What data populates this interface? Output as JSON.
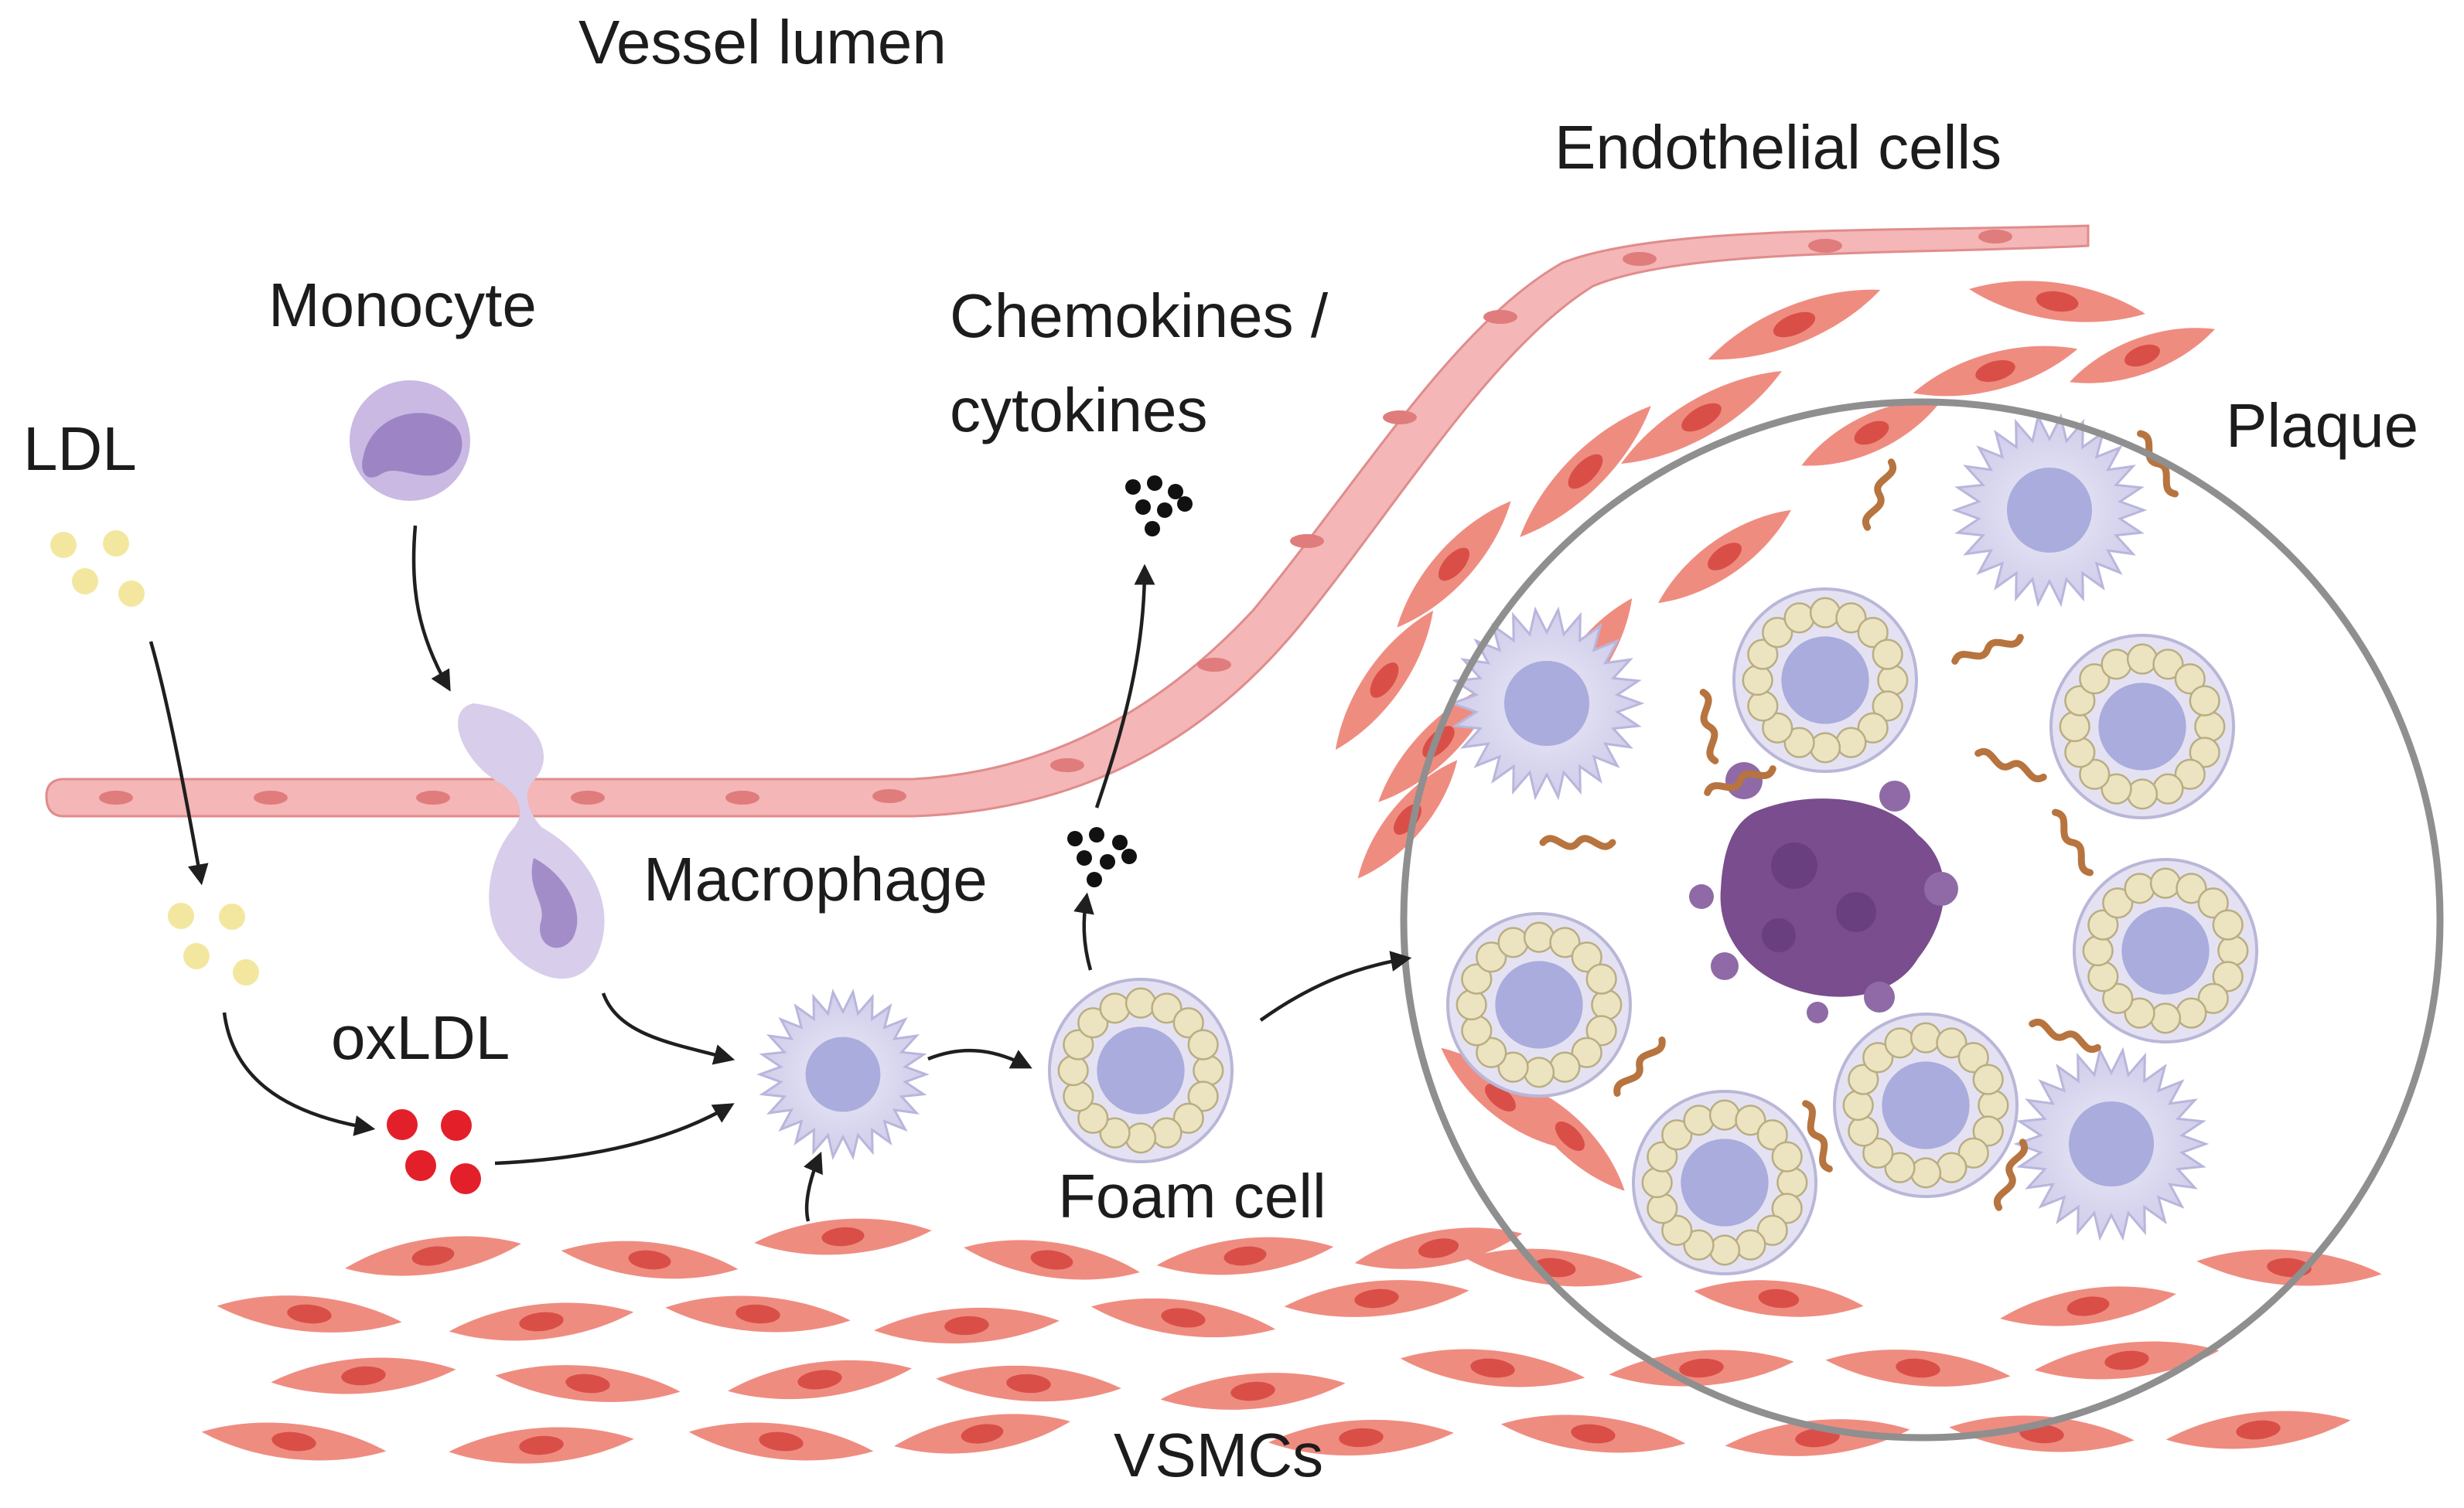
{
  "labels": {
    "vessel_lumen": "Vessel lumen",
    "endothelial_cells": "Endothelial cells",
    "monocyte": "Monocyte",
    "chemokines_line1": "Chemokines /",
    "chemokines_line2": "cytokines",
    "ldl": "LDL",
    "plaque": "Plaque",
    "macrophage": "Macrophage",
    "oxldl": "oxLDL",
    "foam_cell": "Foam cell",
    "vsmcs": "VSMCs"
  },
  "colors": {
    "endothelium_fill": "#f4b6b6",
    "endothelium_stroke": "#e08c8c",
    "vsmc_fill": "#ef8c80",
    "vsmc_nucleus": "#d94f48",
    "ldl": "#f3e7a0",
    "oxldl": "#e3202a",
    "monocyte": "#c9b9e3",
    "macrophage": "#d7d6ef",
    "macrophage_nucleus": "#a9acdc",
    "foam_droplet": "#ece3c1",
    "necrotic_core": "#7a4d8e",
    "plaque_circle": "#8f8f8f",
    "chemokine_dots": "#111111",
    "collagen": "#b7743f"
  }
}
